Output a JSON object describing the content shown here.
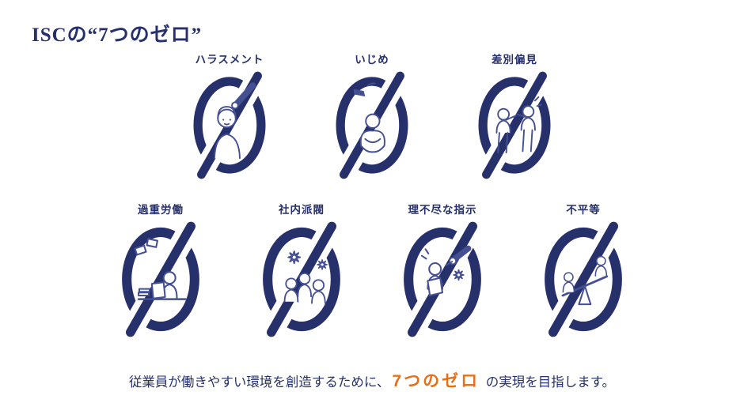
{
  "title": "ISCの“7つのゼロ”",
  "colors": {
    "navy": "#26306b",
    "illustration": "#455093",
    "accent_orange": "#e96f16",
    "background": "#ffffff"
  },
  "zeros": {
    "row1": [
      {
        "label": "ハラスメント",
        "icon": "harassment-illustration"
      },
      {
        "label": "いじめ",
        "icon": "bullying-illustration"
      },
      {
        "label": "差別偏見",
        "icon": "discrimination-illustration"
      }
    ],
    "row2": [
      {
        "label": "過重労働",
        "icon": "overwork-illustration"
      },
      {
        "label": "社内派閥",
        "icon": "office-factions-illustration"
      },
      {
        "label": "理不尽な指示",
        "icon": "unreasonable-orders-illustration"
      },
      {
        "label": "不平等",
        "icon": "inequality-illustration"
      }
    ]
  },
  "footer": {
    "pre": "従業員が働きやすい環境を創造するために、",
    "highlight": "7つのゼロ",
    "post": " の実現を目指します。"
  }
}
